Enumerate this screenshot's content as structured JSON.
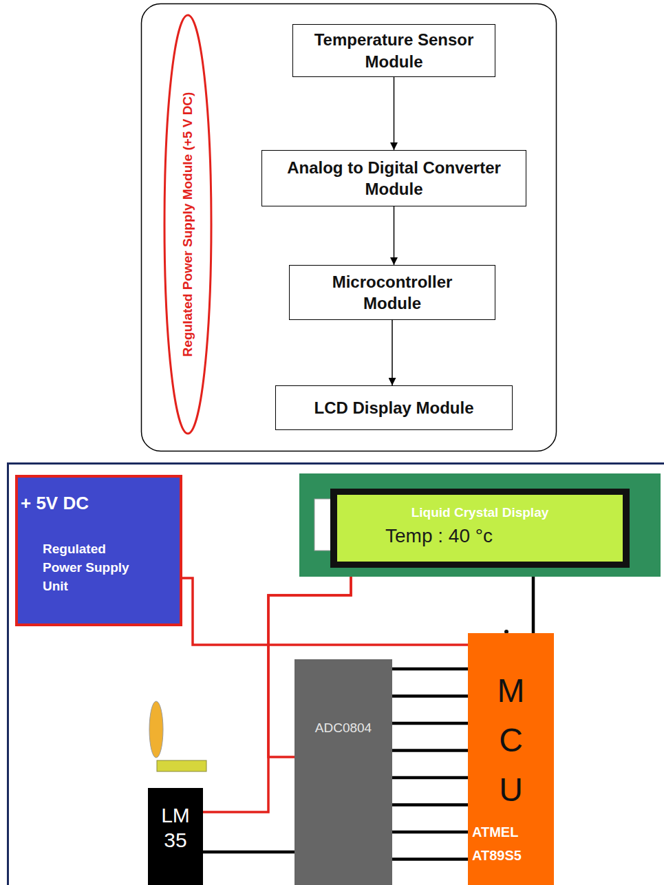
{
  "diagram": {
    "nodes": [
      {
        "text": [
          "Regulated Power Supply Module (+5 V DC)"
        ]
      },
      {
        "text": [
          "Temperature Sensor Module"
        ]
      },
      {
        "text": [
          "Analog to Digital Converter Module"
        ]
      },
      {
        "text": [
          "Microcontroller Module"
        ]
      },
      {
        "text": [
          "LCD Display Module"
        ]
      },
      {
        "text": [
          "+ 5V DC",
          "Regulated Power Supply Unit"
        ]
      },
      {
        "text": [
          "Liquid Crystal Display",
          "Temp : 40 °c"
        ]
      },
      {
        "text": [
          "ADC0804"
        ]
      },
      {
        "text": [
          "M C U",
          "ATMEL AT89S5"
        ]
      },
      {
        "text": [
          "LM 35"
        ]
      }
    ],
    "edges": [
      {
        "from": 1,
        "to": 2,
        "arrow": "to"
      },
      {
        "from": 2,
        "to": 3,
        "arrow": "to"
      },
      {
        "from": 3,
        "to": 4,
        "arrow": "to"
      },
      {
        "from": 5,
        "to": 8,
        "arrow": "none"
      },
      {
        "from": 6,
        "to": 7,
        "arrow": "none"
      },
      {
        "from": 6,
        "to": 9,
        "arrow": "none"
      },
      {
        "from": 6,
        "to": 8,
        "arrow": "none"
      },
      {
        "from": 9,
        "to": 7,
        "arrow": "none"
      },
      {
        "from": 7,
        "to": 8,
        "arrow": "none"
      },
      {
        "from": 7,
        "to": 8,
        "arrow": "none"
      },
      {
        "from": 7,
        "to": 8,
        "arrow": "none"
      },
      {
        "from": 7,
        "to": 8,
        "arrow": "none"
      },
      {
        "from": 7,
        "to": 8,
        "arrow": "none"
      },
      {
        "from": 7,
        "to": 8,
        "arrow": "none"
      },
      {
        "from": 7,
        "to": 8,
        "arrow": "none"
      },
      {
        "from": 7,
        "to": 8,
        "arrow": "none"
      }
    ]
  }
}
